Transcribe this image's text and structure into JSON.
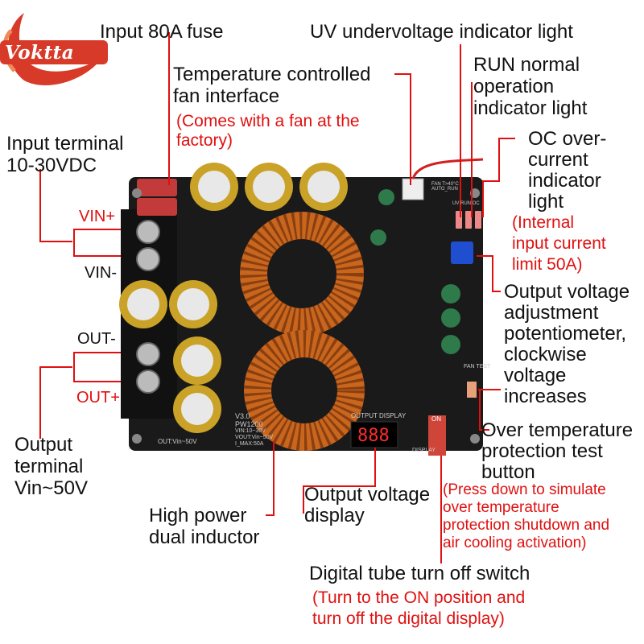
{
  "brand": {
    "logo_text": "Voktta"
  },
  "board": {
    "silkscreen_version": "V3.0",
    "silkscreen_model": "PW1200",
    "silkscreen_vin": "VIN:10~30V",
    "silkscreen_vout": "VOUT:Vin~50V",
    "silkscreen_imax": "I_MAX:50A",
    "silkscreen_out": "OUT:Vin~50V",
    "silkscreen_output_display": "OUTPUT DISPLAY",
    "silkscreen_fan": "FAN T>40°C AUTO_RUN",
    "silkscreen_fan_test": "FAN TEST",
    "silkscreen_display": "DISPLAY",
    "silkscreen_on": "ON",
    "silkscreen_uvro": "UV RUN OC"
  },
  "terminals": {
    "vin_plus": "VIN+",
    "vin_minus": "VIN-",
    "out_minus": "OUT-",
    "out_plus": "OUT+"
  },
  "callouts": {
    "input_fuse": "Input 80A fuse",
    "uv_light": "UV undervoltage indicator light",
    "run_light": [
      "RUN normal",
      "operation",
      "indicator light"
    ],
    "fan_interface": [
      "Temperature controlled",
      "fan interface"
    ],
    "fan_note": [
      "(Comes with a fan at the",
      "factory)"
    ],
    "input_terminal": [
      "Input terminal",
      "10-30VDC"
    ],
    "oc_light": [
      "OC over-",
      "current",
      "indicator",
      "light"
    ],
    "oc_note": [
      "(Internal",
      "input current",
      "limit 50A)"
    ],
    "pot": [
      "Output voltage",
      "adjustment",
      "potentiometer,",
      "clockwise",
      "voltage",
      "increases"
    ],
    "otp_button": [
      "Over temperature",
      "protection test",
      "button"
    ],
    "otp_note": [
      "(Press down to simulate",
      "over temperature",
      "protection shutdown and",
      "air cooling activation)"
    ],
    "output_terminal": [
      "Output",
      "terminal",
      "Vin~50V"
    ],
    "output_display": [
      "Output voltage",
      "display"
    ],
    "inductor": [
      "High power",
      "dual inductor"
    ],
    "display_switch": "Digital tube turn off switch",
    "display_switch_note": [
      "(Turn to the ON position and",
      "turn off the digital display)"
    ]
  },
  "colors": {
    "accent_red": "#e01010",
    "pcb": "#1a1a1a",
    "copper": "#c9661e",
    "logo_red": "#d83a2a"
  }
}
